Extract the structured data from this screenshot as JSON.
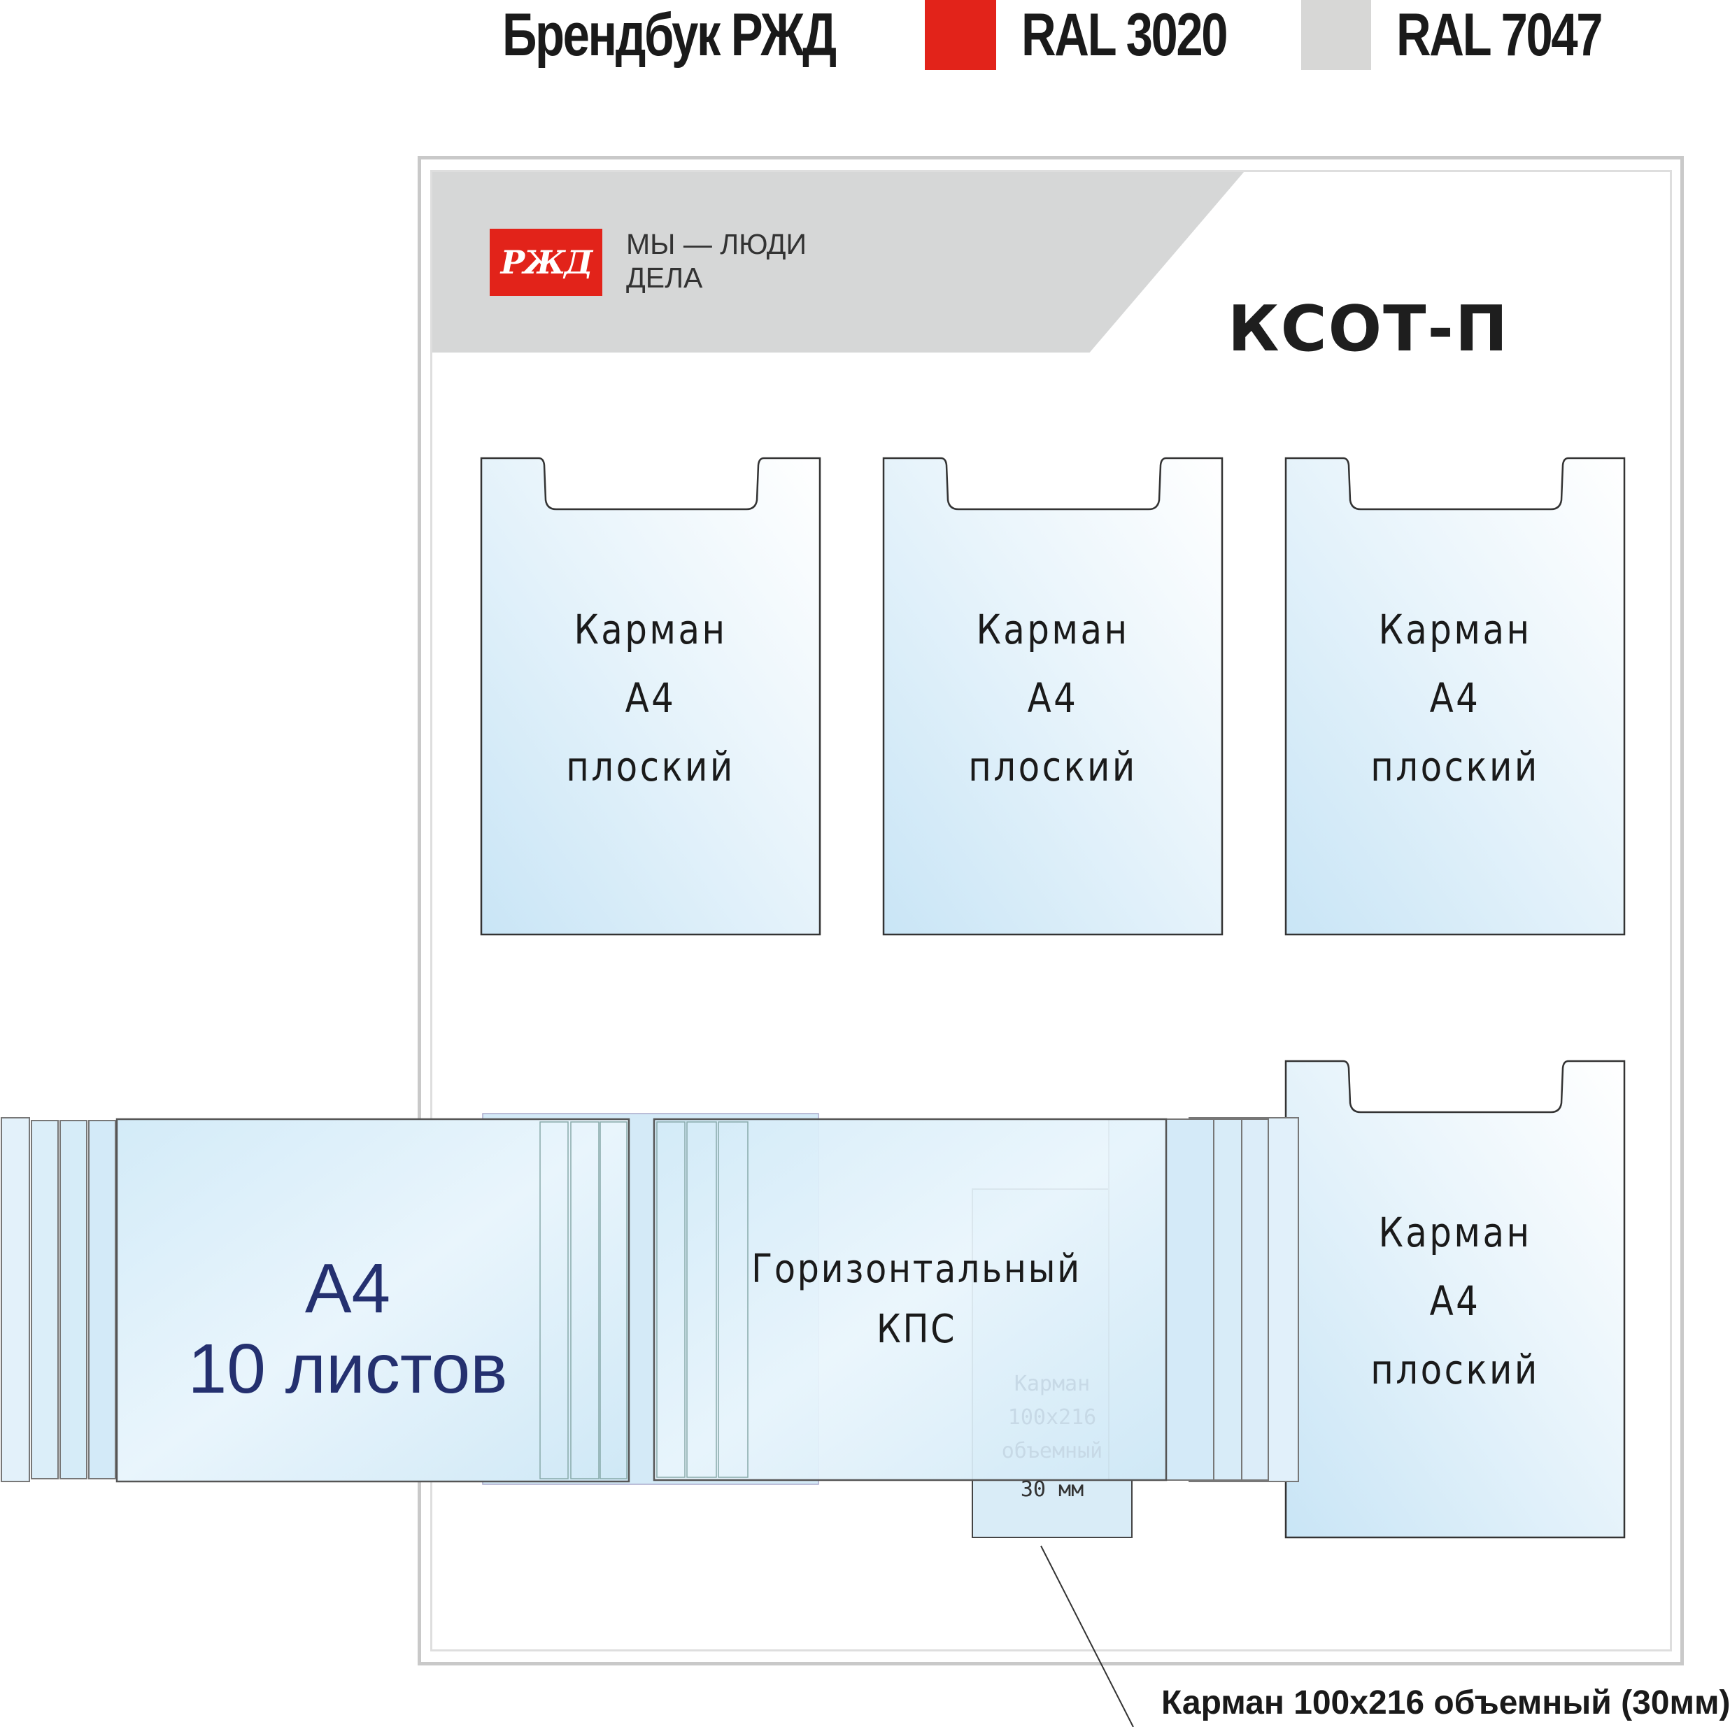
{
  "legend": {
    "brandbook": "Брендбук РЖД",
    "ral_red": "RAL 3020",
    "ral_grey": "RAL 7047",
    "red_color": "#e2231a",
    "grey_color": "#d7d7d6"
  },
  "stand": {
    "logo_text": "РЖД",
    "slogan_line1": "МЫ — ЛЮДИ",
    "slogan_line2": "ДЕЛА",
    "title": "КСОТ-П"
  },
  "pockets": [
    {
      "line1": "Карман",
      "line2": "А4",
      "line3": "плоский"
    },
    {
      "line1": "Карман",
      "line2": "А4",
      "line3": "плоский"
    },
    {
      "line1": "Карман",
      "line2": "А4",
      "line3": "плоский"
    },
    {
      "line1": "Карман",
      "line2": "А4",
      "line3": "плоский"
    }
  ],
  "a4_block": {
    "line1": "А4",
    "line2": "10 листов"
  },
  "kps_block": {
    "line1": "Горизонтальный",
    "line2": "КПС"
  },
  "ghost_pocket": {
    "line1": "Карман",
    "line2": "100х216",
    "line3": "объемный",
    "line4": "30 мм"
  },
  "callout": "Карман  100х216 объемный (30мм)"
}
